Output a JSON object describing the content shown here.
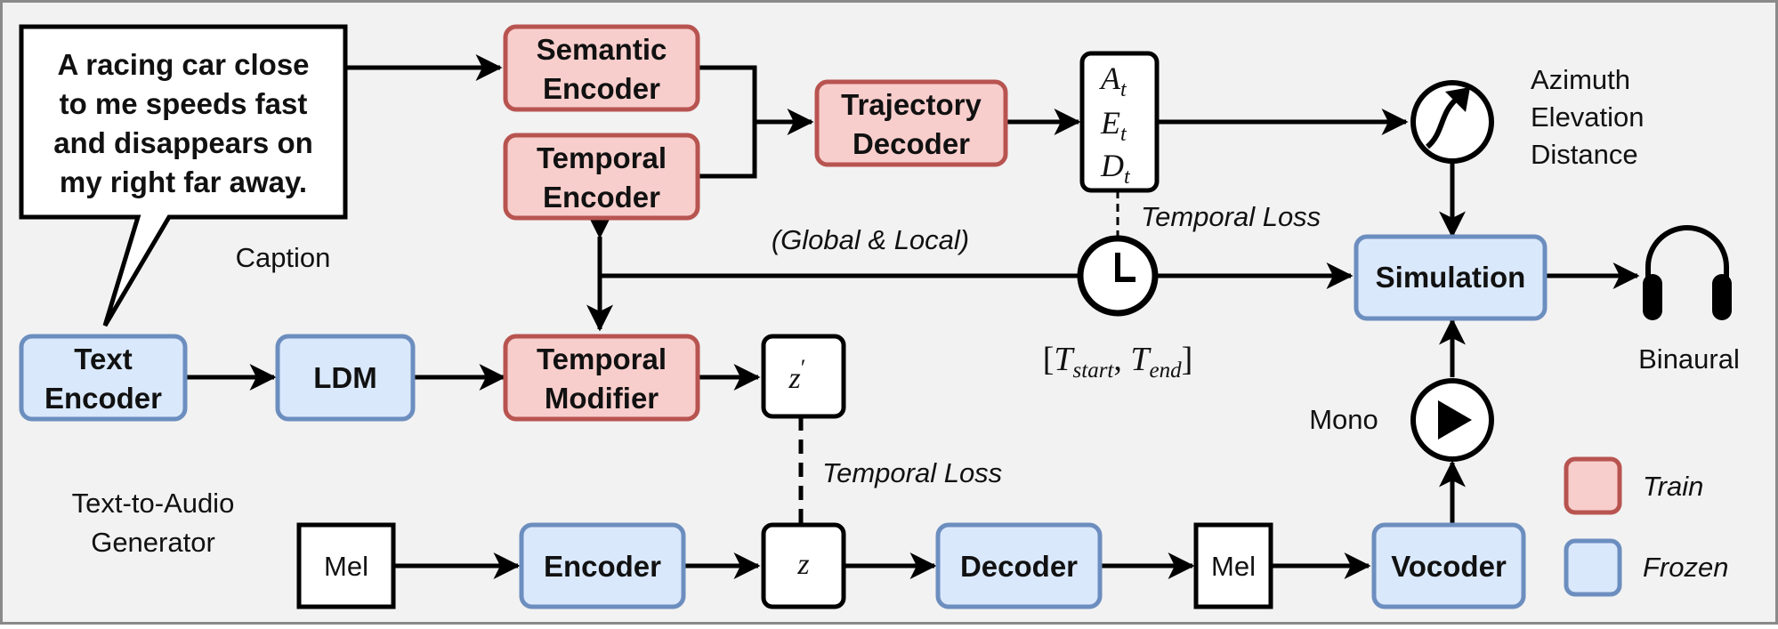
{
  "colors": {
    "train_fill": "#f8cecc",
    "train_stroke": "#b85450",
    "frozen_fill": "#dae8fc",
    "frozen_stroke": "#6c8ebf",
    "background": "#f2f2f2",
    "ink": "#000000"
  },
  "caption": {
    "lines": [
      "A racing car close",
      "to me speeds fast",
      "and disappears on",
      "my right far away."
    ],
    "label": "Caption"
  },
  "modules": {
    "semantic_encoder": [
      "Semantic",
      "Encoder"
    ],
    "temporal_encoder": [
      "Temporal",
      "Encoder"
    ],
    "trajectory_decoder": [
      "Trajectory",
      "Decoder"
    ],
    "temporal_modifier": [
      "Temporal",
      "Modifier"
    ],
    "text_encoder": [
      "Text",
      "Encoder"
    ],
    "ldm": "LDM",
    "simulation": "Simulation",
    "encoder": "Encoder",
    "decoder": "Decoder",
    "vocoder": "Vocoder",
    "mel_in": "Mel",
    "mel_out": "Mel"
  },
  "trajectory_vars": [
    {
      "main": "A",
      "sub": "t"
    },
    {
      "main": "E",
      "sub": "t"
    },
    {
      "main": "D",
      "sub": "t"
    }
  ],
  "latents": {
    "z_prime": {
      "main": "z",
      "prime": "′"
    },
    "z": "z"
  },
  "labels": {
    "azimuth": "Azimuth",
    "elevation": "Elevation",
    "distance": "Distance",
    "temporal_loss_top": "Temporal Loss",
    "temporal_loss_bottom": "Temporal Loss",
    "global_local": "(Global & Local)",
    "binaural": "Binaural",
    "mono": "Mono",
    "generator_line1": "Text-to-Audio",
    "generator_line2": "Generator"
  },
  "time_range": {
    "open": "[",
    "t": "T",
    "start_sub": "start",
    "comma": ", ",
    "end_sub": "end",
    "close": "]"
  },
  "legend": {
    "train": "Train",
    "frozen": "Frozen"
  },
  "icons": {
    "trajectory_dial": "direction-dial-icon",
    "clock": "clock-icon",
    "play": "play-icon",
    "headphones": "headphones-icon"
  }
}
